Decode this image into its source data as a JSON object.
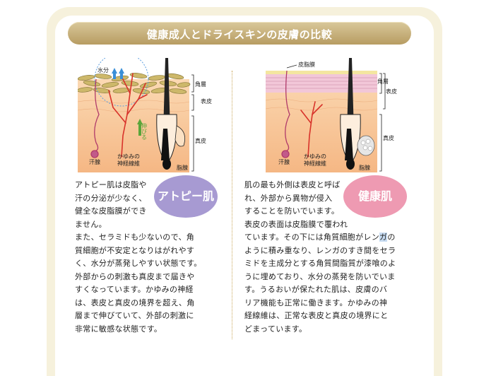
{
  "title": "健康成人とドライスキンの皮膚の比較",
  "atopic": {
    "badge": "アトピー肌",
    "labels": {
      "water": "水分",
      "horny": "角層",
      "epidermis": "表皮",
      "extend": "伸びる",
      "dermis": "真皮",
      "sweat": "汗腺",
      "itch_line1": "かゆみの",
      "itch_line2": "神経線維",
      "sebaceous": "脂腺"
    },
    "intro_lines": [
      "アトピー肌は皮脂や",
      "汗の分泌が少なく、",
      "健全な皮脂膜ができ",
      "ません。"
    ],
    "body_lines": [
      "また、セラミドも少ないので、角",
      "質細胞が不安定となりはがれやす",
      "く、水分が蒸発しやすい状態です。",
      "外部からの刺激も真皮まで届きや",
      "すくなっています。かゆみの神経",
      "は、表皮と真皮の境界を超え、角",
      "層まで伸びていて、外部の刺激に",
      "非常に敏感な状態です。"
    ]
  },
  "healthy": {
    "badge": "健康肌",
    "labels": {
      "sebum_film": "皮脂膜",
      "horny": "角層",
      "epidermis": "表皮",
      "dermis": "真皮",
      "sweat": "汗腺",
      "itch_line1": "かゆみの",
      "itch_line2": "神経線維",
      "sebaceous": "脂腺"
    },
    "intro_lines": [
      "肌の最も外側は表皮と呼ば",
      "れ、外部から異物が侵入",
      "することを防いでいます。",
      "表皮の表面は皮脂膜で覆われ"
    ],
    "line5_pre": "ています。その下には角質細胞がレン",
    "line5_hl": "ガ",
    "line5_post": "の",
    "body_lines": [
      "ように積み重なり、レンガのすき間をセラ",
      "ミドを主成分とする角質間脂質が漆喰のよ",
      "うに埋めており、水分の蒸発を防いでいま",
      "す。うるおいが保たれた肌は、皮膚のバ",
      "リア機能も正常に働きます。かゆみの神",
      "経線維は、正常な表皮と真皮の境界にと",
      "どまっています。"
    ]
  },
  "colors": {
    "frame": "#f6f1dc",
    "title_bar": "#c4ab72",
    "atopic_badge": "#a79ad2",
    "healthy_badge": "#ee9ab2",
    "skin": "#f8c89a",
    "cells": "#c9b46a",
    "nerve": "#d8322a",
    "arrow_blue": "#3a8fd8",
    "arrow_green": "#5aa53a"
  }
}
